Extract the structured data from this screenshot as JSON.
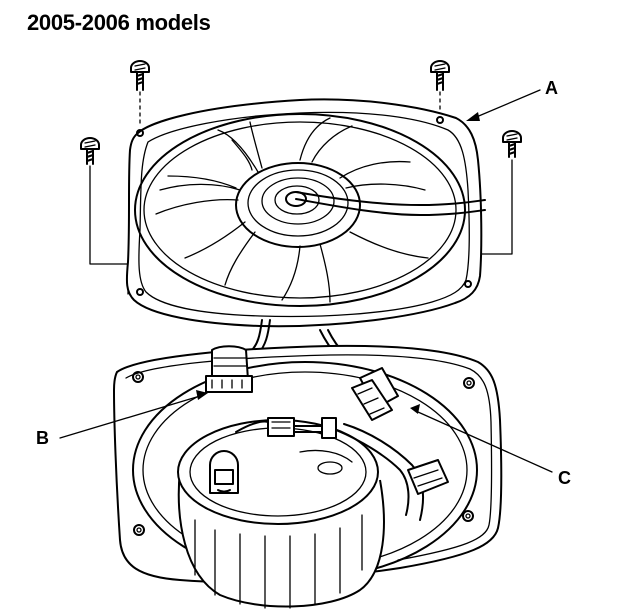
{
  "diagram": {
    "title": "2005-2006 models",
    "callouts": {
      "a": "A",
      "b": "B",
      "c": "C"
    }
  }
}
